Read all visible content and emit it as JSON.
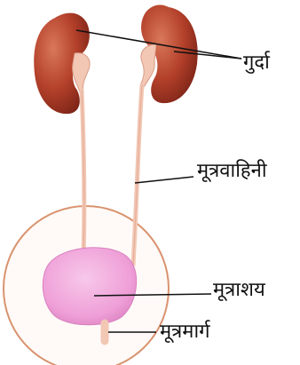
{
  "labels": {
    "kidney": "गुर्दा",
    "ureter": "मूत्रवाहिनी",
    "bladder": "मूत्राशय",
    "urethra": "मूत्रमार्ग"
  },
  "colors": {
    "kidney": "#b3402a",
    "kidney_highlight": "#d9785a",
    "kidney_shadow": "#7a2316",
    "ureter": "#f2c7b4",
    "ureter_edge": "#d99a86",
    "bladder": "#ef9fd7",
    "bladder_inner": "#f7c8ea",
    "circle": "#d9936f",
    "leader": "#111111"
  }
}
